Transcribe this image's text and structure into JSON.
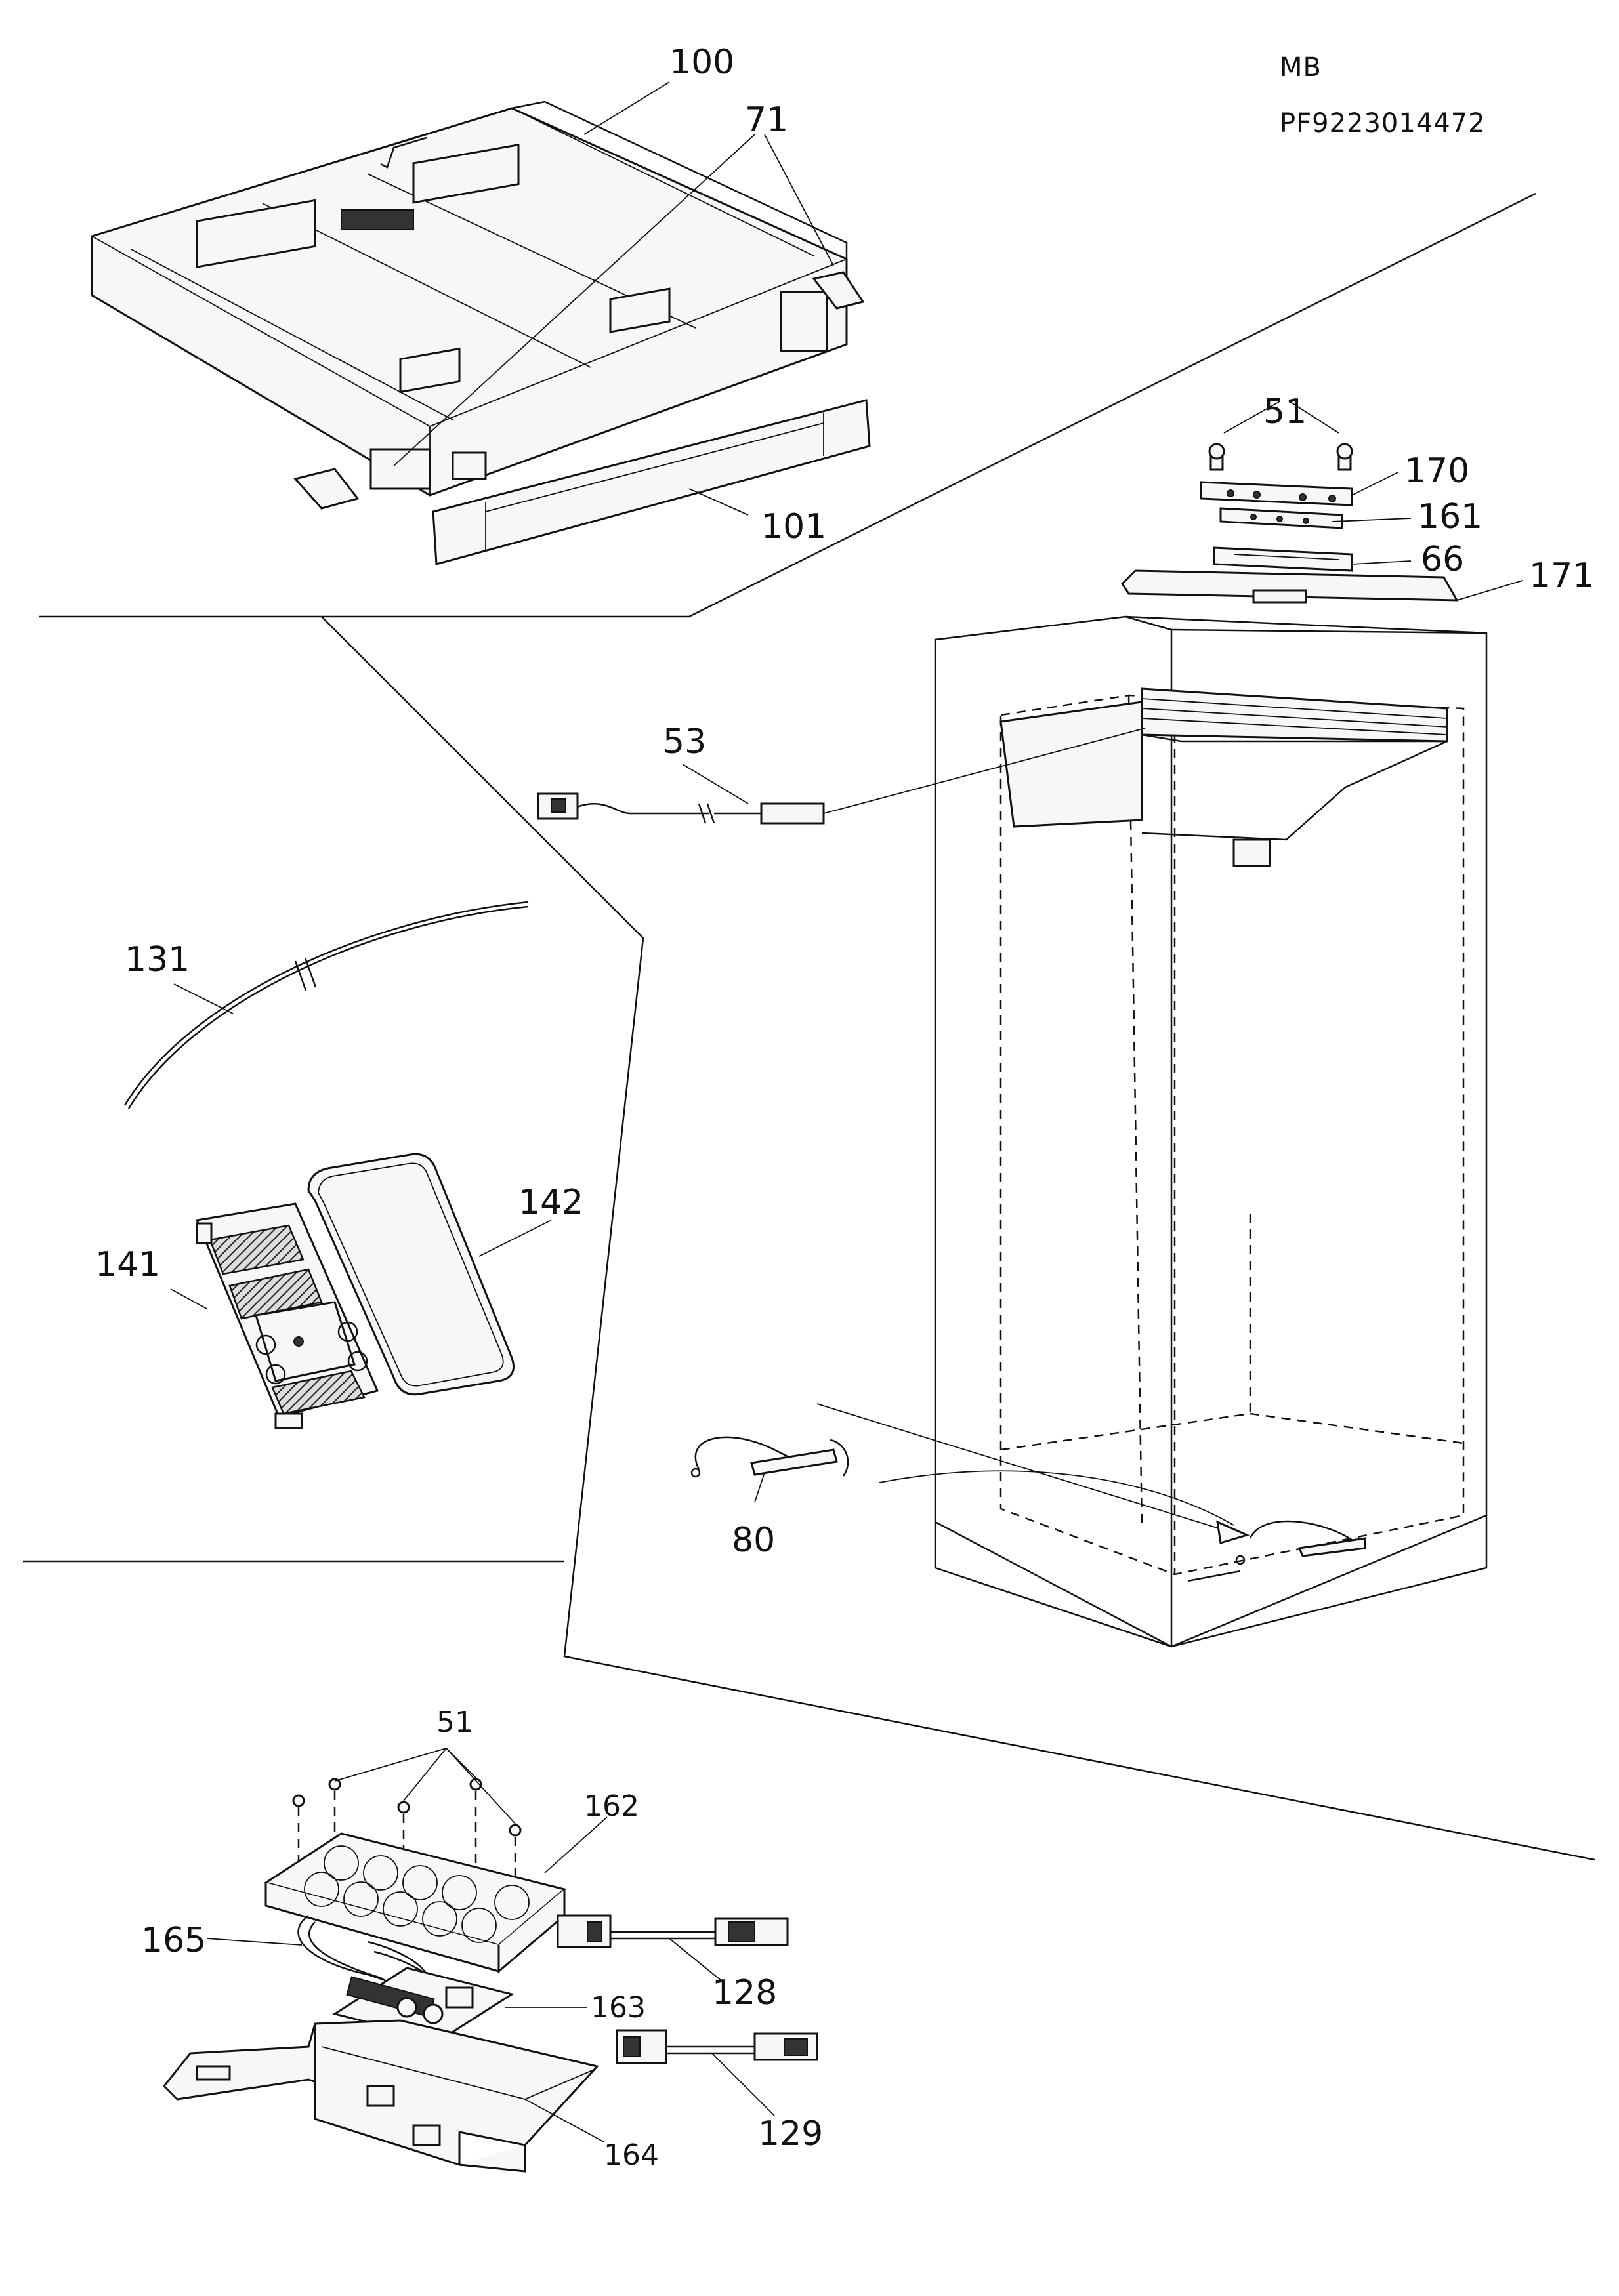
{
  "header": {
    "model": "MB",
    "part_number": "PF9223014472"
  },
  "callouts": {
    "c100": "100",
    "c71": "71",
    "c101": "101",
    "c51_top": "51",
    "c170": "170",
    "c161": "161",
    "c66": "66",
    "c171": "171",
    "c53": "53",
    "c131": "131",
    "c142": "142",
    "c141": "141",
    "c80": "80",
    "c51_bottom": "51",
    "c162": "162",
    "c165": "165",
    "c128": "128",
    "c163": "163",
    "c129": "129",
    "c164": "164"
  }
}
